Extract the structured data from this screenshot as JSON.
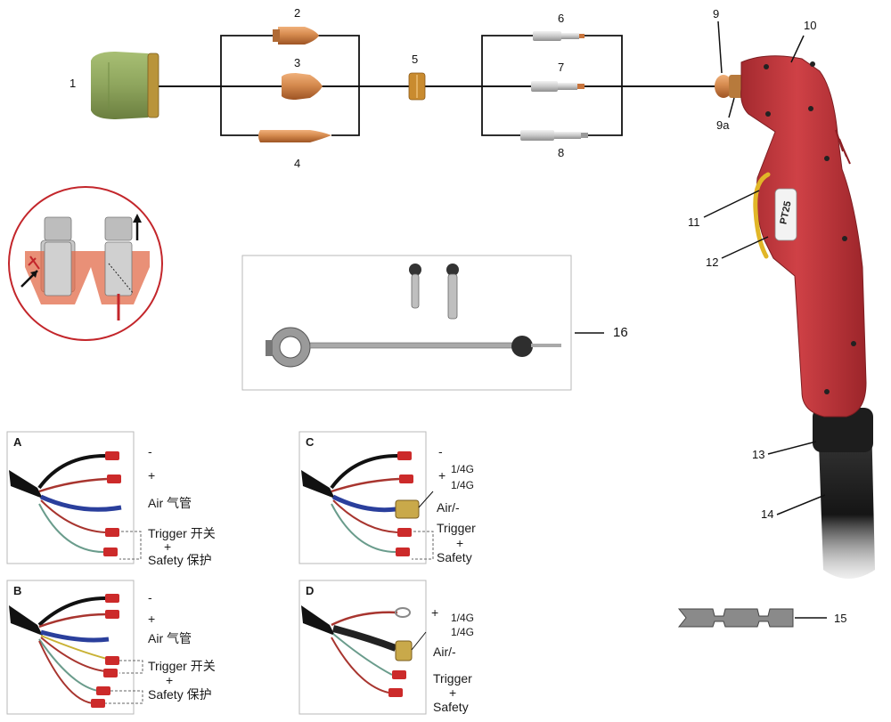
{
  "callouts": {
    "n1": "1",
    "n2": "2",
    "n3": "3",
    "n4": "4",
    "n5": "5",
    "n6": "6",
    "n7": "7",
    "n8": "8",
    "n9": "9",
    "n9a": "9a",
    "n10": "10",
    "n11": "11",
    "n12": "12",
    "n13": "13",
    "n14": "14",
    "n15": "15",
    "n16": "16"
  },
  "torch": {
    "brand_text": "PT25",
    "body_color": "#c0353a",
    "trigger_color": "#e1b628"
  },
  "panels": {
    "A": {
      "letter": "A",
      "labels": {
        "minus": "-",
        "plus": "+",
        "air": "Air 气管",
        "trigger": "Trigger 开关",
        "plus2": "+",
        "safety": "Safety 保护"
      }
    },
    "B": {
      "letter": "B",
      "labels": {
        "minus": "-",
        "plus": "+",
        "air": "Air 气管",
        "trigger": "Trigger 开关",
        "plus2": "+",
        "safety": "Safety 保护"
      }
    },
    "C": {
      "letter": "C",
      "labels": {
        "minus": "-",
        "plus": "+",
        "thread1": "1/4G",
        "thread2": "1/4G",
        "air": "Air/-",
        "trigger": "Trigger",
        "plus2": "+",
        "safety": "Safety"
      }
    },
    "D": {
      "letter": "D",
      "labels": {
        "plus": "+",
        "thread1": "1/4G",
        "thread2": "1/4G",
        "air": "Air/-",
        "trigger": "Trigger",
        "plus2": "+",
        "safety": "Safety"
      }
    }
  },
  "colors": {
    "copper": "#c8743c",
    "brass": "#c9a94a",
    "ceramic": "#8ea55d",
    "wire_red": "#a8352f",
    "wire_blue": "#2a3f9c",
    "wire_green": "#6a9c8c",
    "connector_red": "#cc2a2a"
  }
}
